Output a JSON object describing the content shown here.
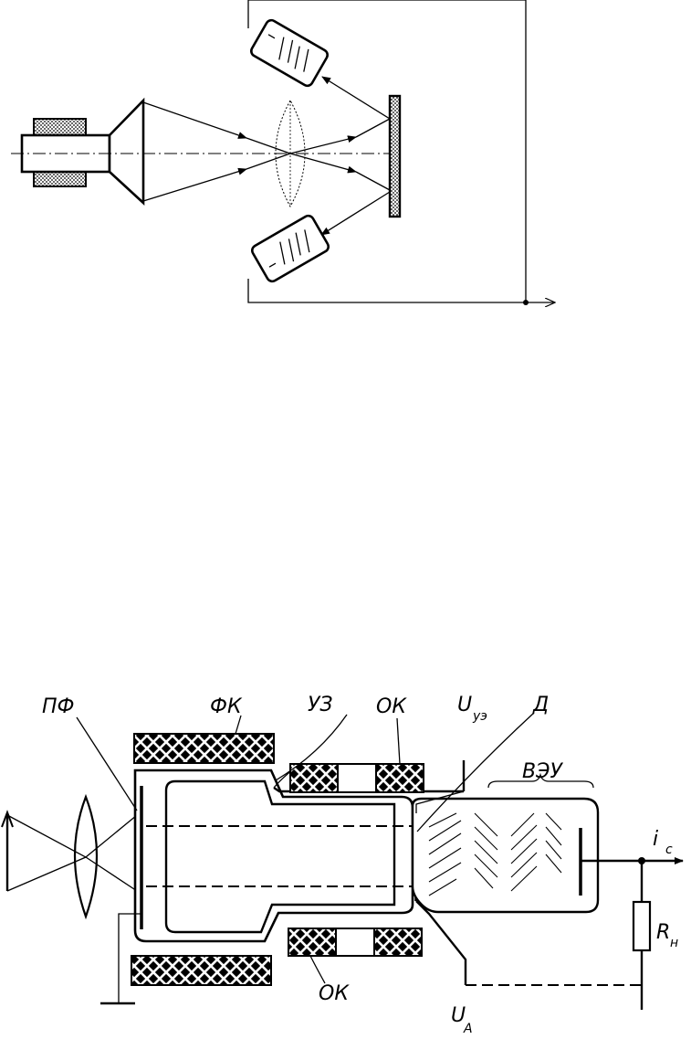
{
  "bottom_diagram": {
    "labels": {
      "pf": "ПФ",
      "fk": "ФК",
      "uz": "УЗ",
      "ok_top": "ОК",
      "u_uz_main": "U",
      "u_uz_sub": "уэ",
      "d": "Д",
      "veu": "ВЭУ",
      "i_main": "i",
      "i_sub": "c",
      "r_main": "R",
      "r_sub": "н",
      "ok_bottom": "ОК",
      "u_a_main": "U",
      "u_a_sub": "А"
    }
  }
}
